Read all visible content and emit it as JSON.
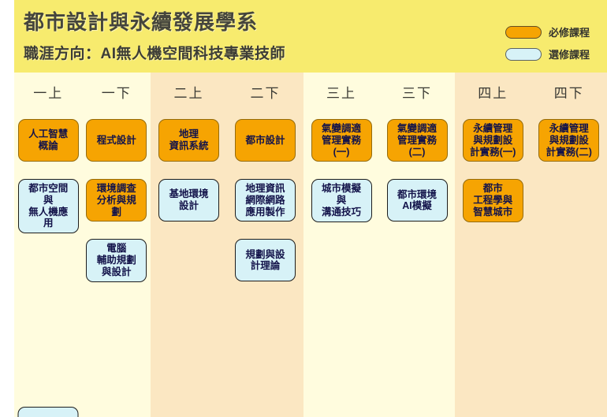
{
  "header": {
    "title": "都市設計與永續發展學系",
    "subtitle": "職涯方向：AI無人機空間科技專業技師"
  },
  "legend": {
    "required_label": "必修課程",
    "elective_label": "選修課程"
  },
  "colors": {
    "header_bg": "#f7eb6e",
    "band_yellow": "#fffcde",
    "band_peach": "#fbe7c2",
    "required_box": "#f6a402",
    "elective_box": "#d7f2f7"
  },
  "semesters": [
    {
      "label": "一上",
      "courses": [
        {
          "name": "人工智慧\n概論",
          "type": "required"
        },
        {
          "name": "都市空間\n與\n無人機應\n用",
          "type": "elective"
        }
      ]
    },
    {
      "label": "一下",
      "courses": [
        {
          "name": "程式設計",
          "type": "required"
        },
        {
          "name": "環境調查\n分析與規\n劃",
          "type": "required"
        },
        {
          "name": "電腦\n輔助規劃\n與設計",
          "type": "elective"
        }
      ]
    },
    {
      "label": "二上",
      "courses": [
        {
          "name": "地理\n資訊系統",
          "type": "required"
        },
        {
          "name": "基地環境\n設計",
          "type": "elective"
        }
      ]
    },
    {
      "label": "二下",
      "courses": [
        {
          "name": "都市設計",
          "type": "required"
        },
        {
          "name": "地理資訊\n網際網路\n應用製作",
          "type": "elective"
        },
        {
          "name": "規劃與設\n計理論",
          "type": "elective"
        }
      ]
    },
    {
      "label": "三上",
      "courses": [
        {
          "name": "氣變調適\n管理實務\n(一)",
          "type": "required"
        },
        {
          "name": "城市模擬\n與\n溝通技巧",
          "type": "elective"
        }
      ]
    },
    {
      "label": "三下",
      "courses": [
        {
          "name": "氣變調適\n管理實務\n(二)",
          "type": "required"
        },
        {
          "name": "都市環境\nAI模擬",
          "type": "elective"
        }
      ]
    },
    {
      "label": "四上",
      "courses": [
        {
          "name": "永續管理\n與規劃設\n計實務(一)",
          "type": "required"
        },
        {
          "name": "都市\n工程學與\n智慧城市",
          "type": "required"
        }
      ]
    },
    {
      "label": "四下",
      "courses": [
        {
          "name": "永續管理\n與規劃設\n計實務(二)",
          "type": "required"
        }
      ]
    }
  ]
}
